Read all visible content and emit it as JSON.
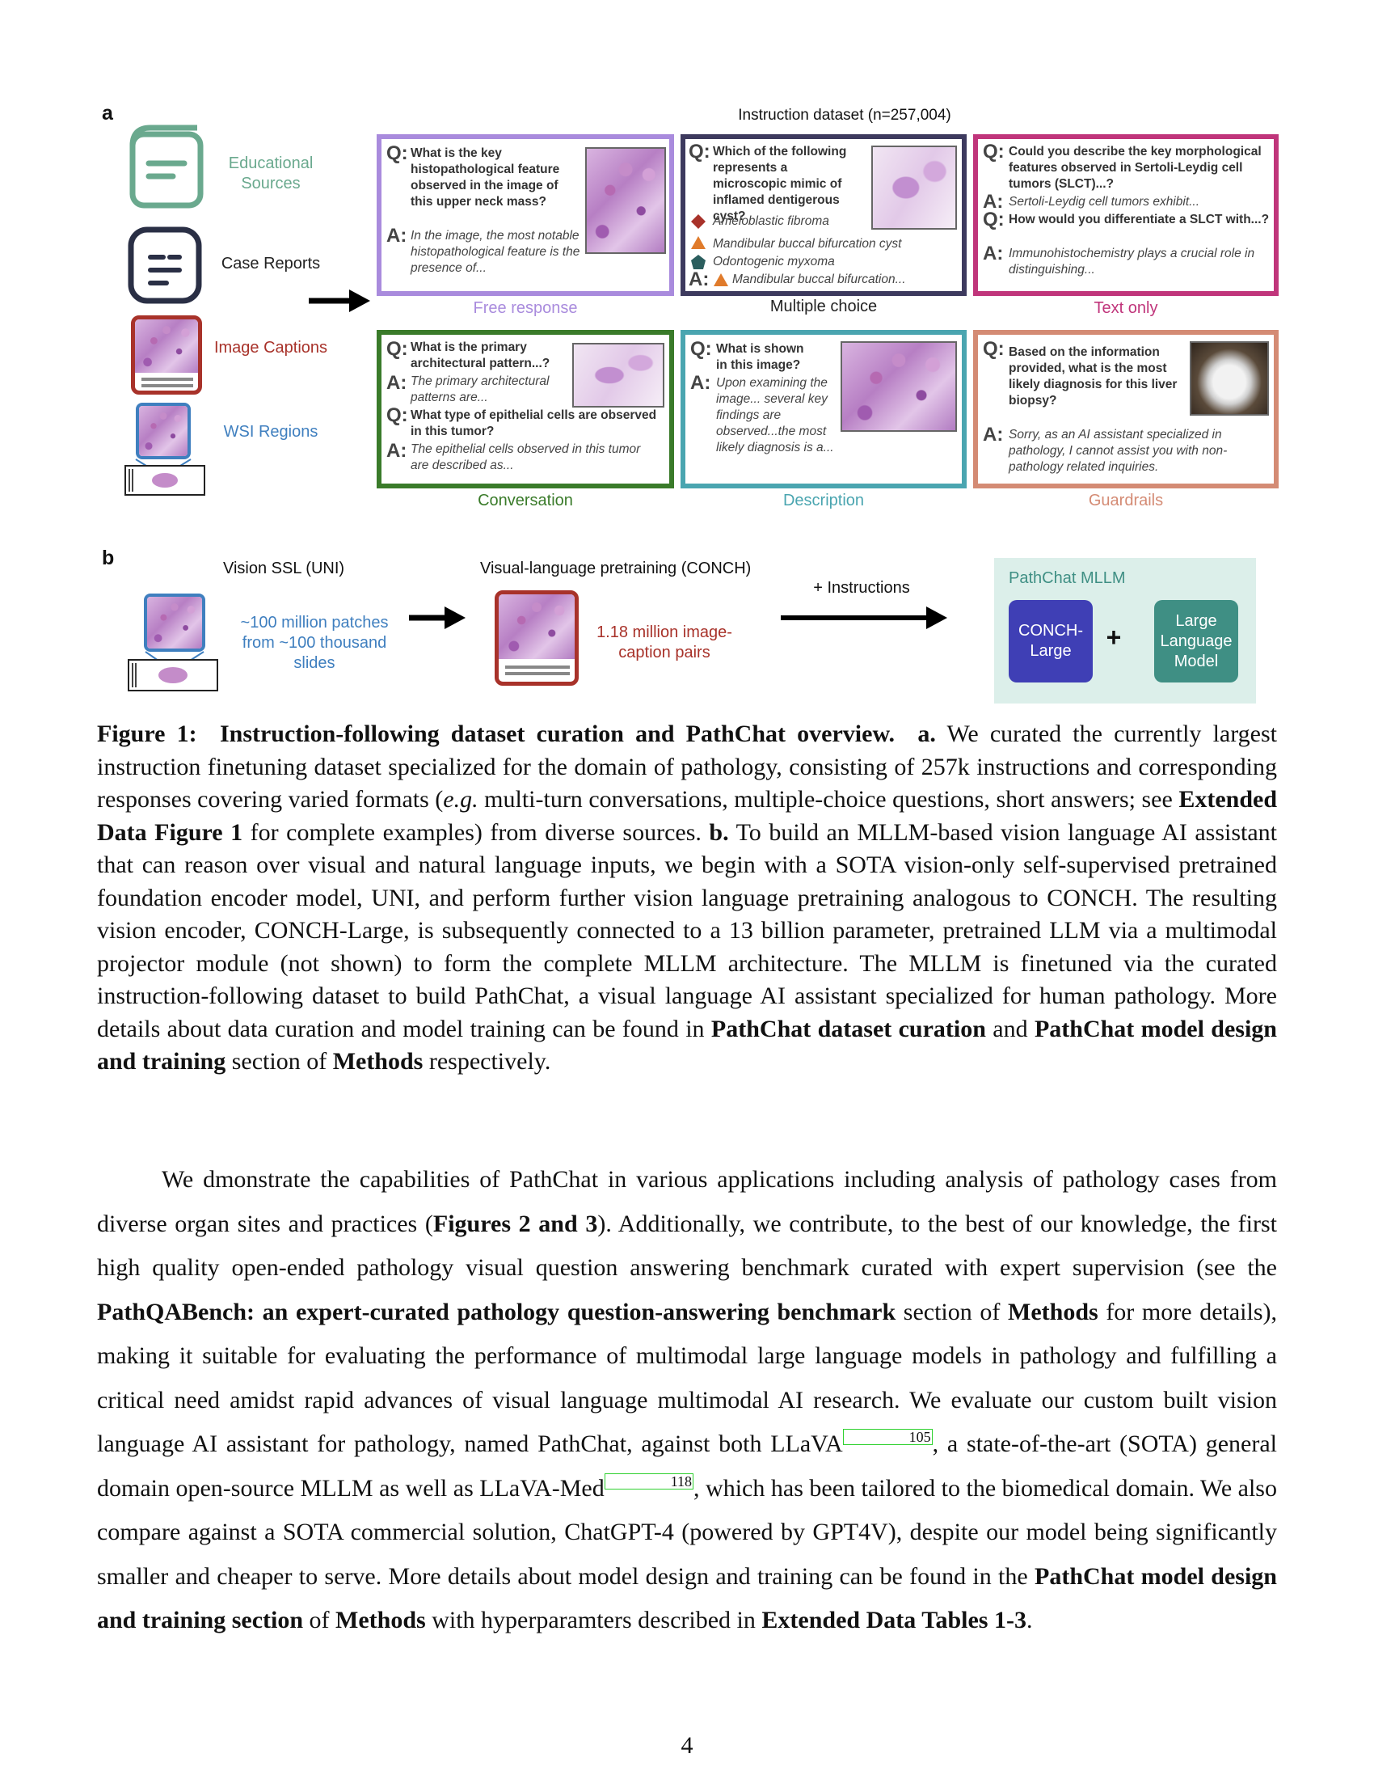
{
  "figure": {
    "panel_a_letter": "a",
    "panel_b_letter": "b",
    "dataset_title": "Instruction dataset (n=257,004)",
    "sources": {
      "educational": "Educational Sources",
      "case_reports": "Case Reports",
      "image_captions": "Image Captions",
      "wsi_regions": "WSI Regions"
    },
    "boxes": {
      "free_response": {
        "caption": "Free response",
        "q": "What is the key histopathological feature observed in the image of this upper neck mass?",
        "a": "In the image, the most notable histopathological feature is the presence of..."
      },
      "multiple_choice": {
        "caption": "Multiple choice",
        "q": "Which of the following represents a microscopic mimic of inflamed dentigerous cyst?",
        "options": [
          "Ameloblastic fibroma",
          "Mandibular buccal bifurcation cyst",
          "Odontogenic myxoma"
        ],
        "a": "Mandibular buccal bifurcation..."
      },
      "text_only": {
        "caption": "Text only",
        "q1": "Could you describe the key morphological features observed in Sertoli-Leydig cell tumors (SLCT)...?",
        "a1": "Sertoli-Leydig cell tumors exhibit...",
        "q2": "How would you differentiate a SLCT with...?",
        "a2": "Immunohistochemistry plays a crucial role in distinguishing..."
      },
      "conversation": {
        "caption": "Conversation",
        "q1": "What is the primary architectural pattern...?",
        "a1": "The primary architectural patterns are...",
        "q2": "What type of epithelial cells are observed in this tumor?",
        "a2": "The epithelial cells observed in this tumor are described as..."
      },
      "description": {
        "caption": "Description",
        "q": "What is shown in this image?",
        "a": "Upon examining the image... several key findings are observed...the most likely diagnosis is a..."
      },
      "guardrails": {
        "caption": "Guardrails",
        "q": "Based on the information provided, what is the most likely diagnosis for this liver biopsy?",
        "a": "Sorry, as an AI assistant specialized in pathology, I cannot assist you with non-pathology related inquiries."
      }
    },
    "panel_b": {
      "vision_ssl": "Vision SSL (UNI)",
      "patches": "~100 million patches from ~100 thousand slides",
      "vlp": "Visual-language pretraining (CONCH)",
      "pairs": "1.18 million image-caption pairs",
      "instructions": "+ Instructions",
      "pathchat_label": "PathChat MLLM",
      "conch_large": "CONCH-Large",
      "plus": "+",
      "llm": "Large Language Model"
    },
    "colors": {
      "free_response": "#a98bdd",
      "multiple_choice": "#3d3a5e",
      "text_only": "#c0357b",
      "conversation": "#3a7b2a",
      "description": "#4aa5b0",
      "guardrails": "#d48b74",
      "educational": "#6aa98e",
      "captions": "#a8322a",
      "wsi": "#3f7fbf",
      "conch": "#3f3fb5",
      "llm": "#3f8f84",
      "pathchat_bg": "#dcefea"
    }
  },
  "caption": {
    "label": "Figure 1:",
    "title": "Instruction-following dataset curation and PathChat overview.",
    "a_label": "a.",
    "a_text_1": "We curated the currently largest instruction finetuning dataset specialized for the domain of pathology, consisting of 257k instructions and corresponding responses covering varied formats (",
    "eg": "e.g.",
    "a_text_2": " multi-turn conversations, multiple-choice questions, short answers; see ",
    "ext_fig": "Extended Data Figure 1",
    "a_text_3": " for complete examples) from diverse sources. ",
    "b_label": "b.",
    "b_text_1": " To build an MLLM-based vision language AI assistant that can reason over visual and natural language inputs, we begin with a SOTA vision-only self-supervised pretrained foundation encoder model, UNI, and perform further vision language pretraining analogous to CONCH. The resulting vision encoder, CONCH-Large, is subsequently connected to a 13 billion parameter, pretrained LLM via a multimodal projector module (not shown) to form the complete MLLM architecture. The MLLM is finetuned via the curated instruction-following dataset to build PathChat, a visual language AI assistant specialized for human pathology. More details about data curation and model training can be found in ",
    "curation": "PathChat dataset curation",
    "and": " and ",
    "design": "PathChat model design and training",
    "section_of": " section of ",
    "methods": "Methods",
    "respectively": " respectively."
  },
  "paragraph": {
    "t1": "We dmonstrate the capabilities of PathChat in various applications including analysis of pathology cases from diverse organ sites and practices (",
    "figs": "Figures 2 and 3",
    "t2": "). Additionally, we contribute, to the best of our knowledge, the first high quality open-ended pathology visual question answering benchmark curated with expert supervision (see the ",
    "pathqa": "PathQABench: an expert-curated pathology question-answering benchmark",
    "t3": " section of ",
    "methods1": "Methods",
    "t4": " for more details), making it suitable for evaluating the performance of multimodal large language models in pathology and fulfilling a critical need amidst rapid advances of visual language multimodal AI research. We evaluate our custom built vision language AI assistant for pathology, named PathChat, against both LLaVA",
    "ref1": "105",
    "t5": ", a state-of-the-art (SOTA) general domain open-source MLLM as well as LLaVA-Med",
    "ref2": "118",
    "t6": ", which has been tailored to the biomedical domain. We also compare against a SOTA commercial solution, ChatGPT-4 (powered by GPT4V), despite our model being significantly smaller and cheaper to serve. More details about model design and training can be found in the ",
    "design2": "PathChat model design and training section",
    "t7": " of ",
    "methods2": "Methods",
    "t8": " with hyperparamters described in ",
    "tables": "Extended Data Tables 1-3",
    "t9": "."
  },
  "page_number": "4"
}
